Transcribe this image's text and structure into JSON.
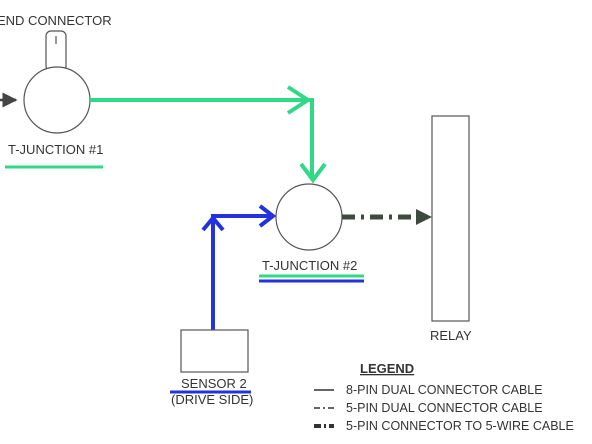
{
  "labels": {
    "end_connector": "END CONNECTOR",
    "t_junction_1": "T-JUNCTION #1",
    "t_junction_2": "T-JUNCTION #2",
    "relay": "RELAY",
    "sensor_2": "SENSOR 2",
    "sensor_2_sub": "(DRIVE SIDE)"
  },
  "legend": {
    "title": "LEGEND",
    "items": [
      {
        "style": "solid",
        "label": "8-PIN DUAL CONNECTOR CABLE"
      },
      {
        "style": "dashed",
        "label": "5-PIN DUAL CONNECTOR CABLE"
      },
      {
        "style": "dash-dot-thick",
        "label": "5-PIN CONNECTOR TO 5-WIRE CABLE"
      }
    ]
  },
  "colors": {
    "green": "#2fd986",
    "blue": "#2233dd",
    "dark": "#3f4a3f",
    "shape_stroke": "#555555"
  }
}
